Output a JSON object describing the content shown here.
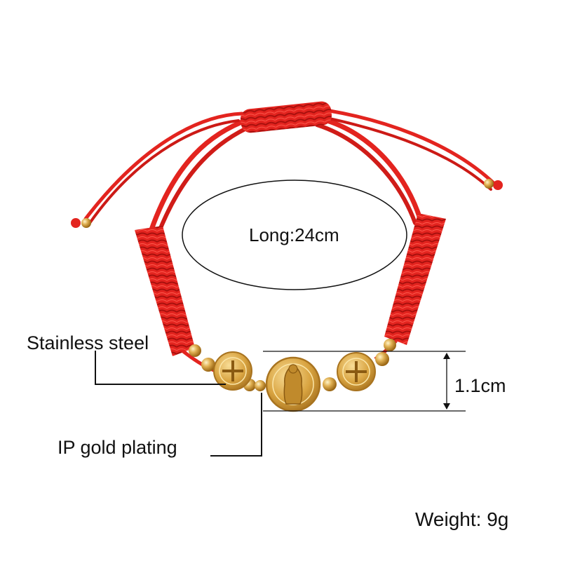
{
  "labels": {
    "length": "Long:24cm",
    "material": "Stainless steel",
    "plating": "IP gold plating",
    "medal_size": "1.1cm",
    "weight": "Weight: 9g"
  },
  "colors": {
    "cord": "#e3241f",
    "cord_dark": "#b5120f",
    "gold": "#d9a441",
    "gold_light": "#f3d58a",
    "gold_dark": "#a8731f",
    "line": "#111111",
    "background": "#ffffff"
  }
}
